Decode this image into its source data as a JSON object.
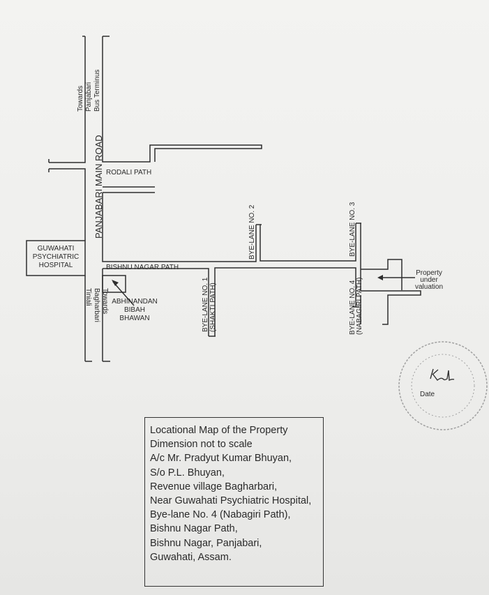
{
  "map": {
    "main_road": "PANJABARI MAIN ROAD",
    "towards_north": [
      "Towards",
      "Panjabari",
      "Bus Terminus"
    ],
    "towards_south": [
      "Towards",
      "Bagharbari",
      "Tiniali"
    ],
    "rodali_path": "RODALI PATH",
    "bishnu_nagar_path": "BISHNU NAGAR PATH",
    "hospital": [
      "GUWAHATI",
      "PSYCHIATRIC",
      "HOSPITAL"
    ],
    "bhawan": [
      "ABHINANDAN",
      "BIBAH",
      "BHAWAN"
    ],
    "bye_lane_1": [
      "BYE-LANE NO. 1",
      "(SHAKTI PATH)"
    ],
    "bye_lane_2": "BYE-LANE NO. 2",
    "bye_lane_3": "BYE-LANE NO. 3",
    "bye_lane_4": [
      "BYE-LANE NO. 4",
      "(NABAGIRI PATH)"
    ],
    "property": [
      "Property",
      "under",
      "valuation"
    ]
  },
  "legend": {
    "lines": [
      "Locational Map of the Property",
      "Dimension not to scale",
      "A/c Mr. Pradyut Kumar Bhuyan,",
      "S/o P.L. Bhuyan,",
      "Revenue village Bagharbari,",
      "Near Guwahati Psychiatric Hospital,",
      "Bye-lane No. 4 (Nabagiri Path),",
      "Bishnu Nagar Path,",
      "Bishnu Nagar, Panjabari,",
      "Guwahati, Assam."
    ]
  },
  "stamp": {
    "signature": "Kul.",
    "text": "Date"
  },
  "colors": {
    "ink": "#2a2a2a",
    "paper": "#f1f1ef",
    "stamp": "#9a9a9a"
  }
}
